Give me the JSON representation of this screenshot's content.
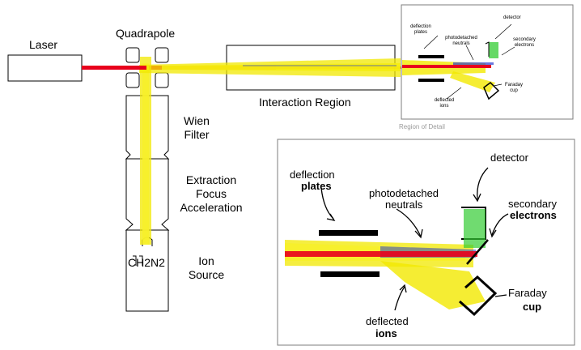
{
  "main": {
    "laser": "Laser",
    "quadrapole": "Quadrapole",
    "interaction_region": "Interaction Region",
    "wien_filter": [
      "Wien",
      "Filter"
    ],
    "extraction": [
      "Extraction",
      "Focus",
      "Acceleration"
    ],
    "ion_source": [
      "Ion",
      "Source"
    ],
    "source_gas": "CH2N2"
  },
  "thumbnail": {
    "deflection_plates": [
      "deflection",
      "plates"
    ],
    "photodetached_neutrals": [
      "photodetached",
      "neutrals"
    ],
    "detector": "detector",
    "secondary_electrons": [
      "secondary",
      "electrons"
    ],
    "faraday_cup": [
      "Faraday",
      "cup"
    ],
    "deflected_ions": [
      "deflected",
      "ions"
    ],
    "caption": "Region of Detail"
  },
  "detail": {
    "deflection": "deflection",
    "plates": "plates",
    "photodetached": "photodetached",
    "neutrals": "neutrals",
    "detector": "detector",
    "secondary": "secondary",
    "electrons": "electrons",
    "faraday": "Faraday",
    "cup": "cup",
    "deflected": "deflected",
    "ions": "ions"
  },
  "colors": {
    "laser": "#e8001c",
    "ion_beam": "#f2e800",
    "neutrals": "#2a3fd0",
    "electrons": "#33cc33",
    "frame": "#7d7d7d"
  }
}
